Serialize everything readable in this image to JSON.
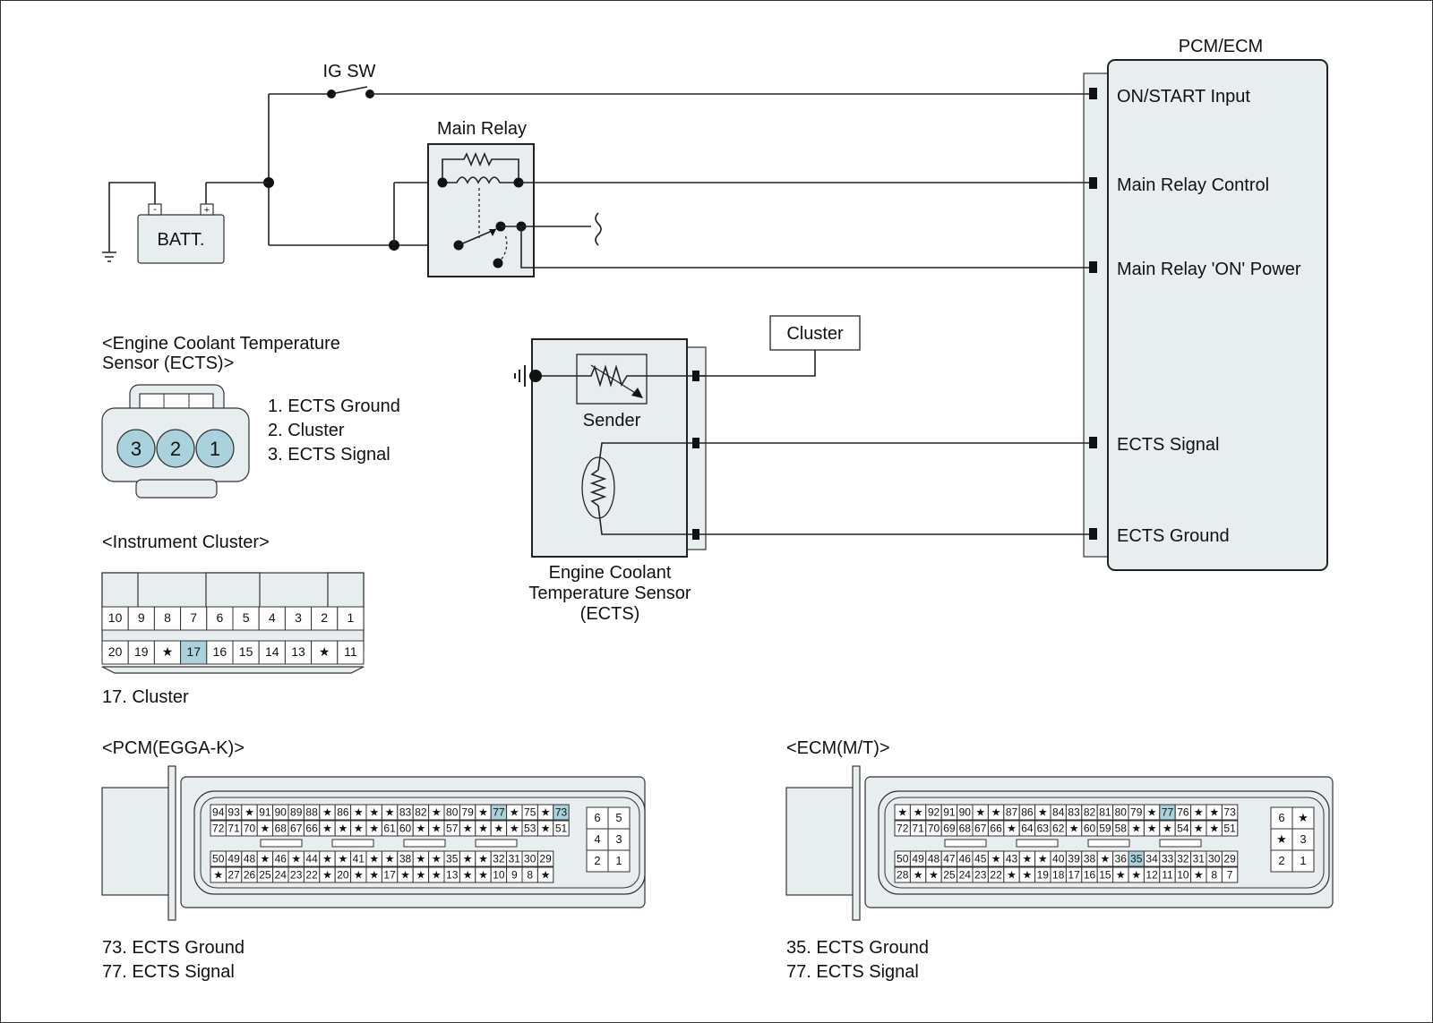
{
  "labels": {
    "ig_sw": "IG SW",
    "main_relay": "Main Relay",
    "batt": "BATT.",
    "batt_minus": "-",
    "batt_plus": "+",
    "pcm_ecm": "PCM/ECM",
    "on_start_input": "ON/START Input",
    "main_relay_control": "Main Relay Control",
    "main_relay_on_power": "Main Relay 'ON' Power",
    "ects_signal": "ECTS Signal",
    "ects_ground": "ECTS Ground",
    "cluster_box": "Cluster",
    "sender": "Sender",
    "ects_caption_1": "Engine Coolant",
    "ects_caption_2": "Temperature Sensor",
    "ects_caption_3": "(ECTS)"
  },
  "ects_connector": {
    "title_1": "<Engine Coolant Temperature",
    "title_2": "Sensor (ECTS)>",
    "pins": [
      "3",
      "2",
      "1"
    ],
    "legend": [
      "1. ECTS Ground",
      "2. Cluster",
      "3. ECTS Signal"
    ]
  },
  "cluster_connector": {
    "title": "<Instrument Cluster>",
    "row_top": [
      "10",
      "9",
      "8",
      "7",
      "6",
      "5",
      "4",
      "3",
      "2",
      "1"
    ],
    "row_bottom": [
      "20",
      "19",
      "★",
      "17",
      "16",
      "15",
      "14",
      "13",
      "★",
      "11"
    ],
    "highlight": [
      "17"
    ],
    "legend": [
      "17. Cluster"
    ]
  },
  "pcm_connector": {
    "title": "<PCM(EGGA-K)>",
    "rows": [
      [
        "94",
        "93",
        "★",
        "91",
        "90",
        "89",
        "88",
        "★",
        "86",
        "★",
        "★",
        "★",
        "83",
        "82",
        "★",
        "80",
        "79",
        "★",
        "77",
        "★",
        "75",
        "★",
        "73"
      ],
      [
        "72",
        "71",
        "70",
        "★",
        "68",
        "67",
        "66",
        "★",
        "★",
        "★",
        "★",
        "61",
        "60",
        "★",
        "★",
        "57",
        "★",
        "★",
        "★",
        "★",
        "53",
        "★",
        "51"
      ],
      [
        "50",
        "49",
        "48",
        "★",
        "46",
        "★",
        "44",
        "★",
        "★",
        "41",
        "★",
        "★",
        "38",
        "★",
        "★",
        "35",
        "★",
        "★",
        "32",
        "31",
        "30",
        "29"
      ],
      [
        "★",
        "27",
        "26",
        "25",
        "24",
        "23",
        "22",
        "★",
        "20",
        "★",
        "★",
        "17",
        "★",
        "★",
        "★",
        "13",
        "★",
        "★",
        "10",
        "9",
        "8",
        "★"
      ]
    ],
    "side": [
      [
        "6",
        "5"
      ],
      [
        "4",
        "3"
      ],
      [
        "2",
        "1"
      ]
    ],
    "highlight": [
      "77",
      "73"
    ],
    "legend": [
      "73. ECTS Ground",
      "77. ECTS Signal"
    ]
  },
  "ecm_connector": {
    "title": "<ECM(M/T)>",
    "rows": [
      [
        "★",
        "★",
        "92",
        "91",
        "90",
        "★",
        "★",
        "87",
        "86",
        "★",
        "84",
        "83",
        "82",
        "81",
        "80",
        "79",
        "★",
        "77",
        "76",
        "★",
        "★",
        "73"
      ],
      [
        "72",
        "71",
        "70",
        "69",
        "68",
        "67",
        "66",
        "★",
        "64",
        "63",
        "62",
        "★",
        "60",
        "59",
        "58",
        "★",
        "★",
        "★",
        "54",
        "★",
        "★",
        "51"
      ],
      [
        "50",
        "49",
        "48",
        "47",
        "46",
        "45",
        "★",
        "43",
        "★",
        "★",
        "40",
        "39",
        "38",
        "★",
        "36",
        "35",
        "34",
        "33",
        "32",
        "31",
        "30",
        "29"
      ],
      [
        "28",
        "★",
        "★",
        "25",
        "24",
        "23",
        "22",
        "★",
        "★",
        "19",
        "18",
        "17",
        "16",
        "15",
        "★",
        "★",
        "12",
        "11",
        "10",
        "★",
        "8",
        "7"
      ]
    ],
    "side": [
      [
        "6",
        "★"
      ],
      [
        "★",
        "3"
      ],
      [
        "2",
        "1"
      ]
    ],
    "highlight": [
      "77",
      "35"
    ],
    "legend": [
      "35. ECTS Ground",
      "77. ECTS Signal"
    ]
  },
  "colors": {
    "component_fill": "#e8eef0",
    "pin_fill": "#a9d2dc",
    "highlight_fill": "#a9d2dc",
    "line": "#222222"
  }
}
